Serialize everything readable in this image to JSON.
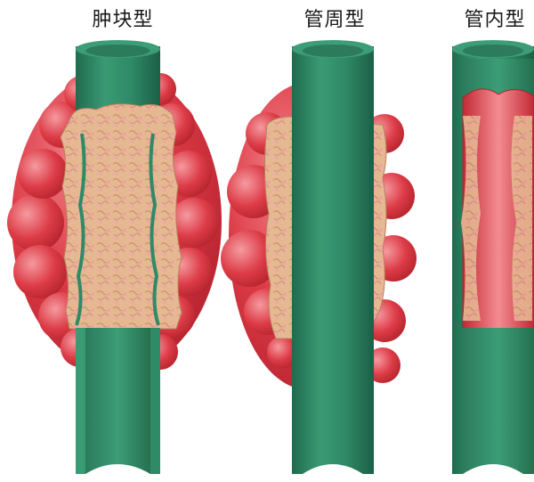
{
  "labels": {
    "mass_type": "肿块型",
    "periductal_type": "管周型",
    "intraductal_type": "管内型"
  },
  "colors": {
    "duct_green": "#2f8a67",
    "duct_dark": "#1f6b4f",
    "tumor_red": "#d8343f",
    "tumor_highlight": "#f07b82",
    "infiltrate_tan": "#e3b48e"
  }
}
